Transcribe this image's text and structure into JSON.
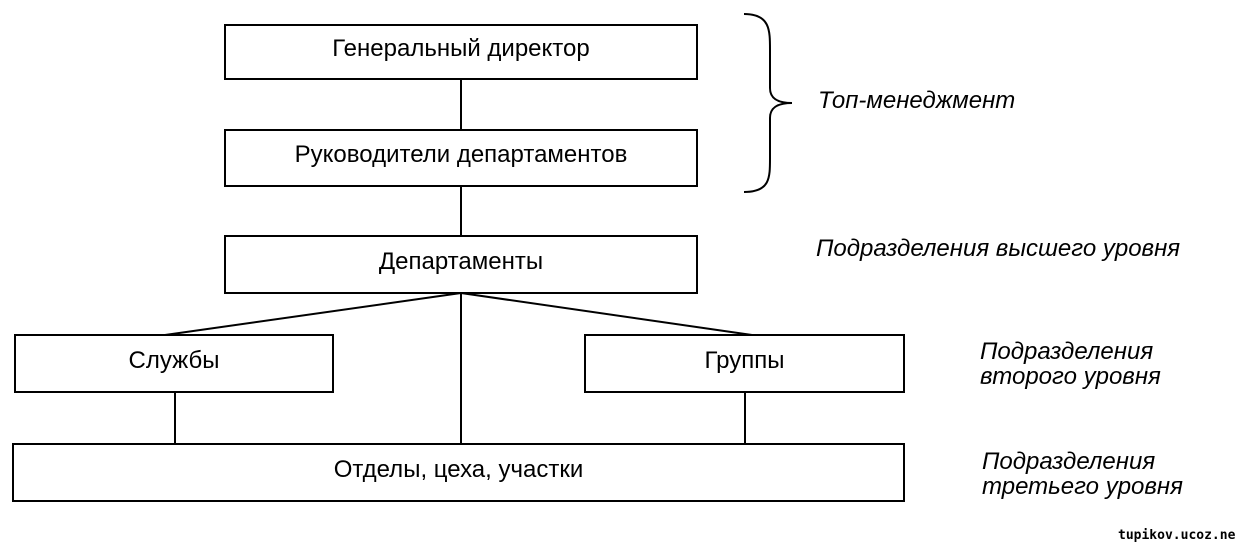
{
  "boxes": {
    "director": "Генеральный директор",
    "dept_heads": "Руководители департаментов",
    "departments": "Департаменты",
    "services": "Службы",
    "groups": "Группы",
    "sections": "Отделы, цеха, участки"
  },
  "levels": {
    "top_management": "Топ-менеджмент",
    "upper_level": "Подразделения высшего уровня",
    "second_level_line1": "Подразделения",
    "second_level_line2": "второго уровня",
    "third_level_line1": "Подразделения",
    "third_level_line2": "третьего уровня"
  },
  "watermark": "tupikov.ucoz.net"
}
